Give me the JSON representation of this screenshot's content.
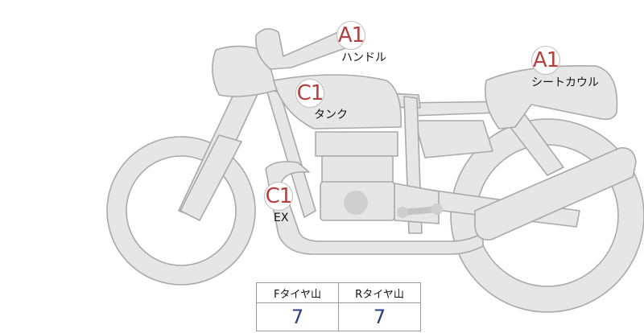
{
  "parts": [
    {
      "id": "handle",
      "grade": "A1",
      "label": "ハンドル"
    },
    {
      "id": "seat-cowl",
      "grade": "A1",
      "label": "シートカウル"
    },
    {
      "id": "tank",
      "grade": "C1",
      "label": "タンク"
    },
    {
      "id": "exhaust",
      "grade": "C1",
      "label": "EX"
    }
  ],
  "tire_tread": {
    "headers": [
      "Fタイヤ山",
      "Rタイヤ山"
    ],
    "values": [
      "7",
      "7"
    ]
  },
  "colors": {
    "grade_text": "#b5403d",
    "value_text": "#2c3d78",
    "bike_fill": "#e6e6e6",
    "bike_stroke": "#a9a9a9"
  }
}
